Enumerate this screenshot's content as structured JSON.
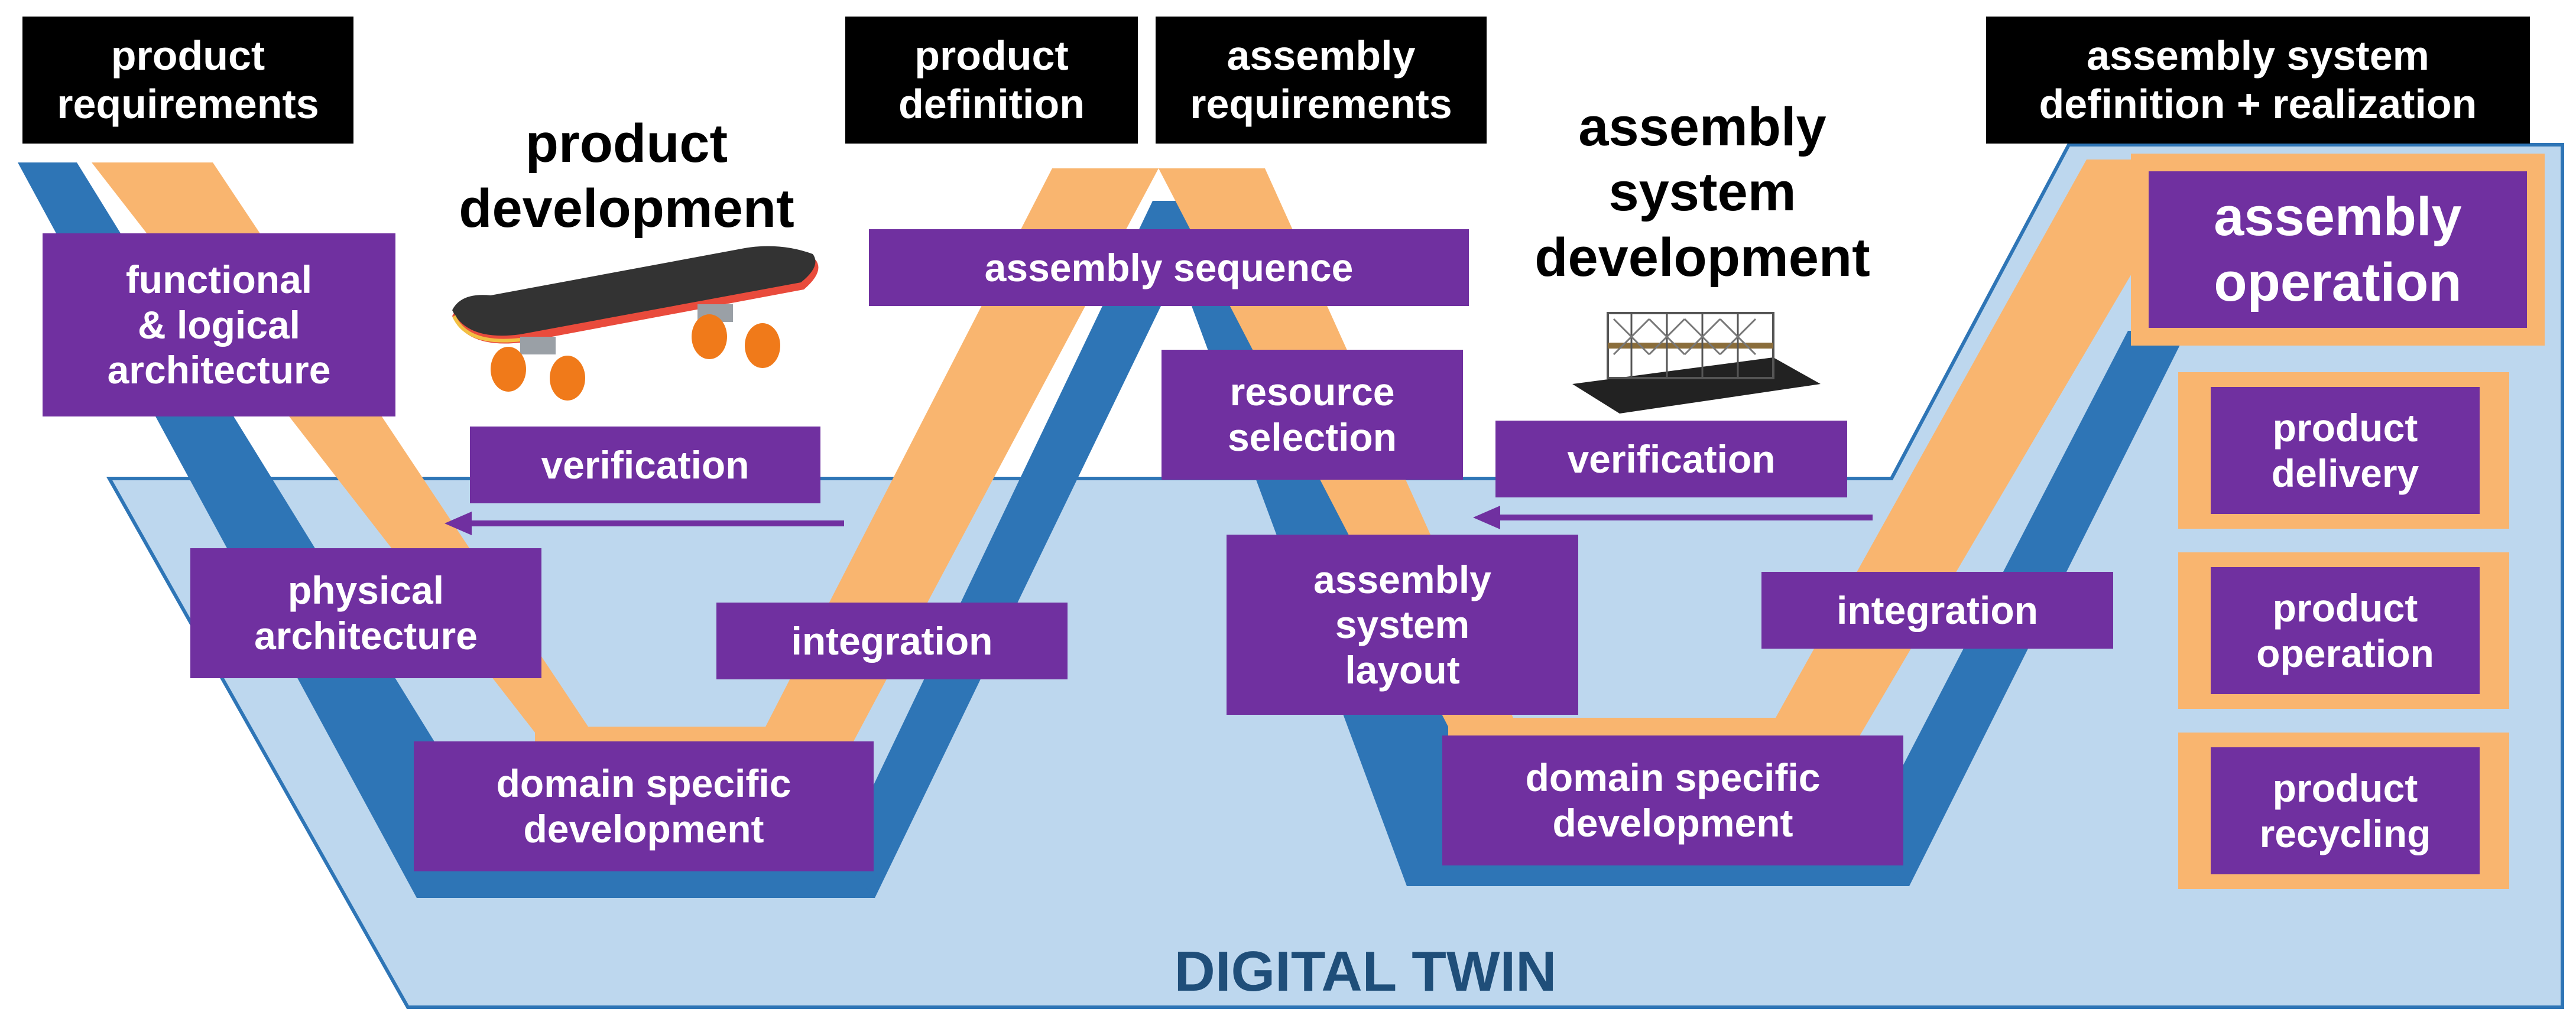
{
  "headers": {
    "product_requirements": "product\nrequirements",
    "product_definition": "product\ndefinition",
    "assembly_requirements": "assembly\nrequirements",
    "assembly_system_definition": "assembly system\ndefinition + realization"
  },
  "phases": {
    "product_development": "product\ndevelopment",
    "assembly_system_development": "assembly\nsystem\ndevelopment"
  },
  "steps": {
    "functional_logical_architecture": "functional\n& logical\narchitecture",
    "physical_architecture": "physical\narchitecture",
    "domain_specific_development_1": "domain specific\ndevelopment",
    "integration_1": "integration",
    "verification_1": "verification",
    "assembly_sequence": "assembly sequence",
    "resource_selection": "resource\nselection",
    "assembly_system_layout": "assembly\nsystem\nlayout",
    "domain_specific_development_2": "domain specific\ndevelopment",
    "integration_2": "integration",
    "verification_2": "verification",
    "assembly_operation": "assembly\noperation",
    "product_delivery": "product\ndelivery",
    "product_operation": "product\noperation",
    "product_recycling": "product\nrecycling"
  },
  "digital_twin": "DIGITAL TWIN",
  "colors": {
    "twin_fill": "#bdd7ee",
    "twin_stroke": "#2e75b6",
    "blue_band": "#2e75b6",
    "orange_band": "#f9b56f",
    "purple_box": "#7030a0",
    "header_box": "#000000",
    "twin_text": "#1f4e79"
  },
  "icons": [
    "skateboard-icon",
    "assembly-system-icon",
    "arrow-left-icon"
  ]
}
